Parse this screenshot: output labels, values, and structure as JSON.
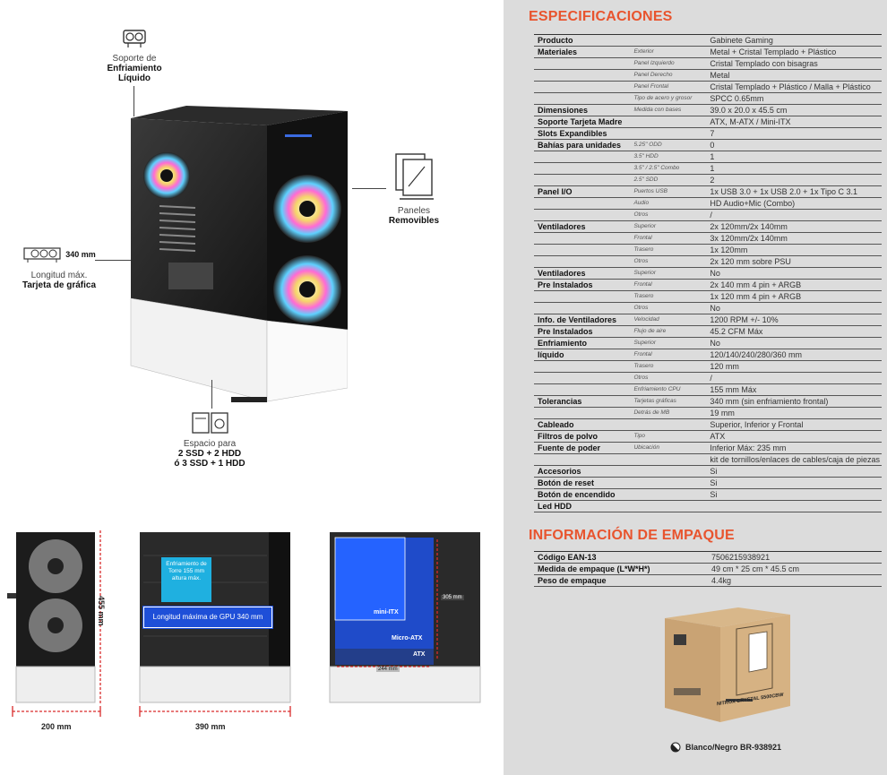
{
  "callouts": {
    "liquid": {
      "line1": "Soporte de",
      "line2": "Enfriamiento",
      "line3": "Líquido"
    },
    "panels": {
      "line1": "Paneles",
      "line2": "Removibles"
    },
    "gpu": {
      "dim": "340 mm",
      "line1": "Longitud máx.",
      "line2": "Tarjeta de gráfica"
    },
    "storage": {
      "line1": "Espacio para",
      "line2": "2 SSD + 2 HDD",
      "line3": "ó 3 SSD + 1 HDD"
    }
  },
  "dimensions": {
    "front_height": "455 mm",
    "front_width": "200 mm",
    "side_depth": "390 mm",
    "cooler_note": "Enfriamiento de Torre 155 mm altura máx.",
    "gpu_note": "Longitud máxima de GPU 340 mm",
    "mb_mini": "mini-ITX",
    "mb_micro": "Micro-ATX",
    "mb_atx": "ATX",
    "mb_height": "305 mm",
    "mb_width": "244 mm"
  },
  "specs": {
    "title": "ESPECIFICACIONES",
    "rows": [
      {
        "cat": "Producto",
        "sub": "",
        "val": "Gabinete Gaming"
      },
      {
        "cat": "Materiales",
        "sub": "Exterior",
        "val": "Metal + Cristal Templado + Plástico"
      },
      {
        "cat": "",
        "sub": "Panel Izquierdo",
        "val": "Cristal Templado con bisagras"
      },
      {
        "cat": "",
        "sub": "Panel Derecho",
        "val": "Metal"
      },
      {
        "cat": "",
        "sub": "Panel Frontal",
        "val": "Cristal Templado + Plástico / Malla + Plástico"
      },
      {
        "cat": "",
        "sub": "Tipo de acero y grosor",
        "val": "SPCC 0.65mm"
      },
      {
        "cat": "Dimensiones",
        "sub": "Medida con bases",
        "val": "39.0 x 20.0 x 45.5 cm"
      },
      {
        "cat": "Soporte Tarjeta Madre",
        "sub": "",
        "val": "ATX, M-ATX / Mini-ITX"
      },
      {
        "cat": "Slots Expandibles",
        "sub": "",
        "val": "7"
      },
      {
        "cat": "Bahías para unidades",
        "sub": "5.25\" ODD",
        "val": "0"
      },
      {
        "cat": "",
        "sub": "3.5\" HDD",
        "val": "1"
      },
      {
        "cat": "",
        "sub": "3.5\" / 2.5\" Combo",
        "val": "1"
      },
      {
        "cat": "",
        "sub": "2.5\" SDD",
        "val": "2"
      },
      {
        "cat": "Panel I/O",
        "sub": "Puertos USB",
        "val": "1x USB 3.0 + 1x USB 2.0 + 1x Tipo C 3.1"
      },
      {
        "cat": "",
        "sub": "Audio",
        "val": "HD Audio+Mic (Combo)"
      },
      {
        "cat": "",
        "sub": "Otros",
        "val": "/"
      },
      {
        "cat": "Ventiladores",
        "sub": "Superior",
        "val": "2x 120mm/2x 140mm"
      },
      {
        "cat": "",
        "sub": "Frontal",
        "val": "3x 120mm/2x 140mm"
      },
      {
        "cat": "",
        "sub": "Trasero",
        "val": "1x 120mm"
      },
      {
        "cat": "",
        "sub": "Otros",
        "val": "2x 120 mm sobre PSU"
      },
      {
        "cat": "Ventiladores",
        "sub": "Superior",
        "val": "No"
      },
      {
        "cat": "Pre Instalados",
        "sub": "Frontal",
        "val": "2x 140 mm 4 pin + ARGB"
      },
      {
        "cat": "",
        "sub": "Trasero",
        "val": "1x 120 mm 4 pin + ARGB"
      },
      {
        "cat": "",
        "sub": "Otros",
        "val": "No"
      },
      {
        "cat": "Info. de Ventiladores",
        "sub": "Velocidad",
        "val": "1200 RPM +/- 10%"
      },
      {
        "cat": "Pre Instalados",
        "sub": "Flujo de aire",
        "val": "45.2 CFM Máx"
      },
      {
        "cat": "Enfriamiento",
        "sub": "Superior",
        "val": "No"
      },
      {
        "cat": "líquido",
        "sub": "Frontal",
        "val": "120/140/240/280/360 mm"
      },
      {
        "cat": "",
        "sub": "Trasero",
        "val": "120 mm"
      },
      {
        "cat": "",
        "sub": "Otros",
        "val": "/"
      },
      {
        "cat": "",
        "sub": "Enfriamiento CPU",
        "val": "155 mm  Máx"
      },
      {
        "cat": "Tolerancias",
        "sub": "Tarjetas gráficas",
        "val": "340 mm (sin enfriamiento frontal)"
      },
      {
        "cat": "",
        "sub": "Detrás de MB",
        "val": "19 mm"
      },
      {
        "cat": "Cableado",
        "sub": "",
        "val": "Superior, Inferior y Frontal"
      },
      {
        "cat": "Filtros de polvo",
        "sub": "Tipo",
        "val": "ATX"
      },
      {
        "cat": "Fuente de poder",
        "sub": "Ubicación",
        "val": "Inferior Máx: 235 mm"
      },
      {
        "cat": "",
        "sub": "",
        "val": "kit de tornillos/enlaces de cables/caja de piezas"
      },
      {
        "cat": "Accesorios",
        "sub": "",
        "val": "Si"
      },
      {
        "cat": "Botón de reset",
        "sub": "",
        "val": "Si"
      },
      {
        "cat": "Botón de encendido",
        "sub": "",
        "val": "Si"
      },
      {
        "cat": "Led HDD",
        "sub": "",
        "val": ""
      }
    ]
  },
  "packaging": {
    "title": "INFORMACIÓN DE EMPAQUE",
    "rows": [
      {
        "cat": "Código EAN-13",
        "val": "7506215938921"
      },
      {
        "cat": "Medida de empaque (L*W*H*)",
        "val": "49 cm * 25 cm * 45.5 cm"
      },
      {
        "cat": "Peso de empaque",
        "val": "4.4kg"
      }
    ],
    "box_brand": "NITROX CRYSTAL 5500CBW",
    "color_note": "Blanco/Negro BR-938921"
  },
  "colors": {
    "accent": "#e8542e",
    "panel_bg": "#dcdcdc",
    "blue": "#1e4fd8",
    "cyan": "#1fb0e0",
    "dim_red": "#d92b2b"
  }
}
